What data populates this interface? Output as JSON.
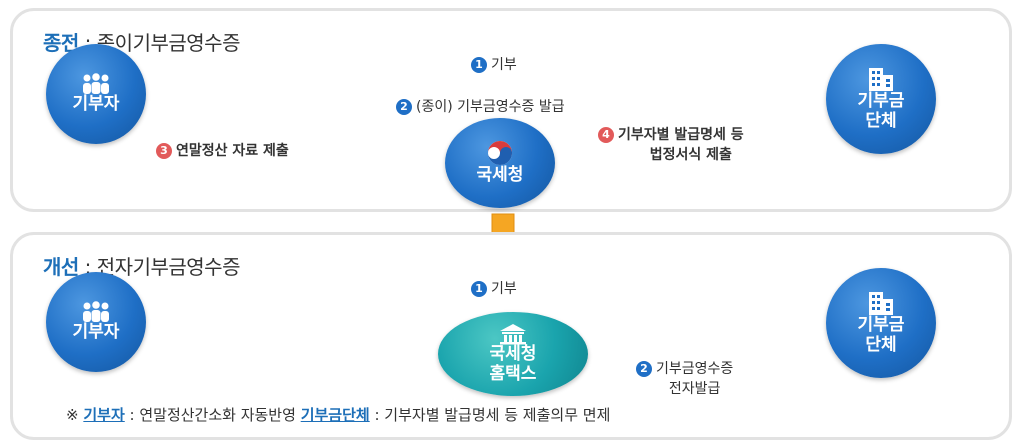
{
  "before": {
    "keyword": "종전",
    "separator": " : ",
    "title": "종이기부금영수증",
    "donor": "기부자",
    "org_line1": "기부금",
    "org_line2": "단체",
    "nts": "국세청",
    "step1_num": "1",
    "step1": "기부",
    "step2_num": "2",
    "step2": "(종이) 기부금영수증 발급",
    "step3_num": "3",
    "step3": "연말정산 자료 제출",
    "step4_num": "4",
    "step4_line1": "기부자별 발급명세 등",
    "step4_line2": "법정서식 제출"
  },
  "after": {
    "keyword": "개선",
    "separator": " : ",
    "title": "전자기부금영수증",
    "donor": "기부자",
    "org_line1": "기부금",
    "org_line2": "단체",
    "nts_line1": "국세청",
    "nts_line2": "홈택스",
    "step1_num": "1",
    "step1": "기부",
    "step2_num": "2",
    "step2_line1": "기부금영수증",
    "step2_line2": "전자발급"
  },
  "note": {
    "prefix": "※ ",
    "donor_kw": "기부자",
    "donor_text": " : 연말정산간소화 자동반영  ",
    "org_kw": "기부금단체",
    "org_text": " : 기부자별 발급명세 등 제출의무 면제"
  },
  "colors": {
    "primary_blue": "#1f6fc6",
    "teal": "#1aa4ad",
    "orange": "#f5a623",
    "red_badge": "#e25a5a"
  },
  "icons": {
    "donor": "people-icon",
    "org": "building-icon",
    "nts_before": "taegeuk-icon",
    "nts_after": "government-building-icon",
    "transition": "down-arrow-icon"
  }
}
